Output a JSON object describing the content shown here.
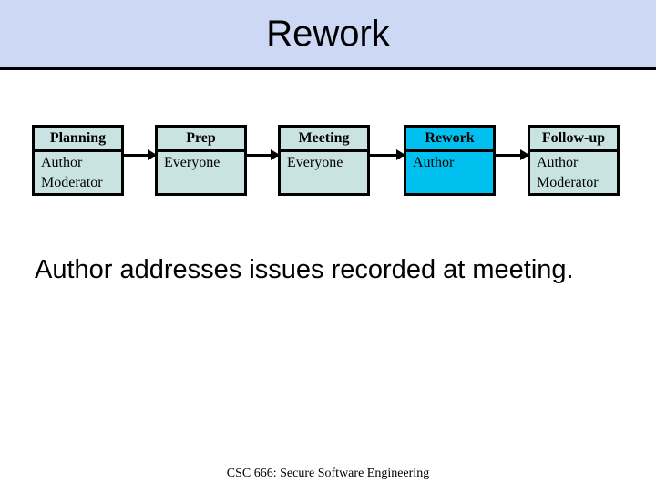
{
  "slide": {
    "title": "Rework",
    "body_text": "Author addresses issues recorded at meeting.",
    "footer": "CSC 666: Secure Software Engineering"
  },
  "process_flow": {
    "stages": [
      {
        "name": "Planning",
        "participants": [
          "Author",
          "Moderator"
        ],
        "highlighted": false
      },
      {
        "name": "Prep",
        "participants": [
          "Everyone"
        ],
        "highlighted": false
      },
      {
        "name": "Meeting",
        "participants": [
          "Everyone"
        ],
        "highlighted": false
      },
      {
        "name": "Rework",
        "participants": [
          "Author"
        ],
        "highlighted": true
      },
      {
        "name": "Follow-up",
        "participants": [
          "Author",
          "Moderator"
        ],
        "highlighted": false
      }
    ]
  },
  "colors": {
    "title_bar_background": "#ccd8f4",
    "stage_background": "#c9e3e3",
    "highlighted_stage_background": "#00c0f0",
    "border": "#000000",
    "text": "#000000",
    "slide_background": "#ffffff"
  }
}
